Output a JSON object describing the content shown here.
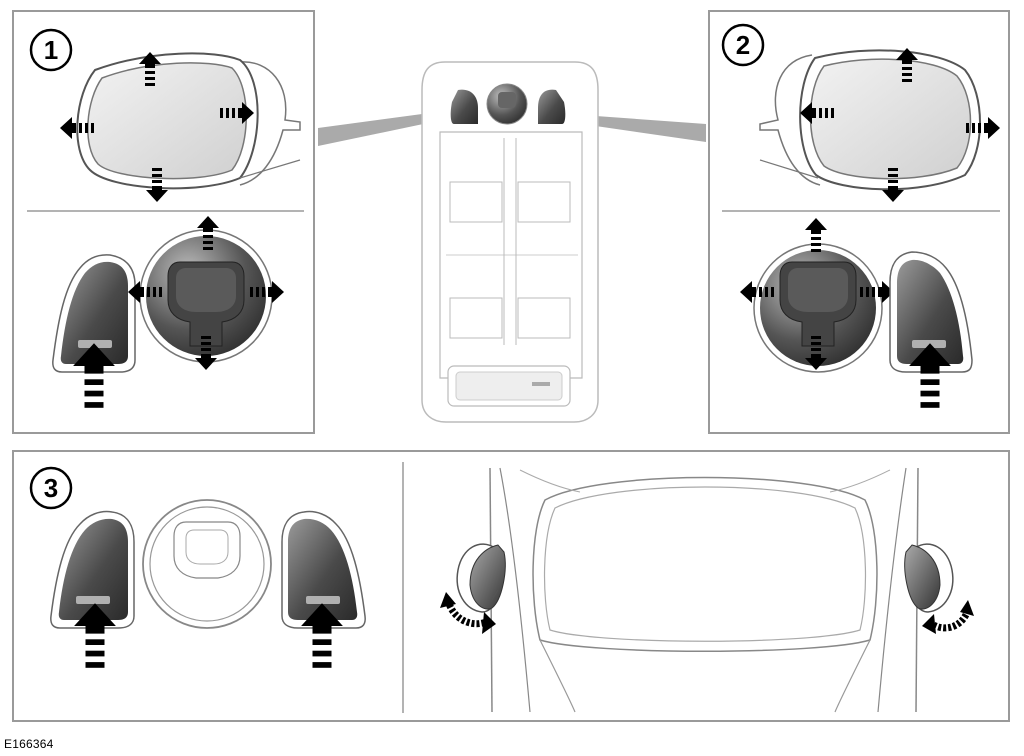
{
  "figure": {
    "reference_code": "E166364",
    "steps": [
      {
        "number": "1"
      },
      {
        "number": "2"
      },
      {
        "number": "3"
      }
    ],
    "colors": {
      "frame": "#9a9a9a",
      "line": "#555555",
      "arrow": "#000000",
      "switch_dark": "#3a3a3a",
      "switch_light": "#b0b0b0",
      "mirror_glass": "#e2e2e2"
    },
    "icons": [
      "arrow-up-icon",
      "arrow-down-icon",
      "arrow-left-icon",
      "arrow-right-icon",
      "rotate-arrow-icon"
    ]
  }
}
